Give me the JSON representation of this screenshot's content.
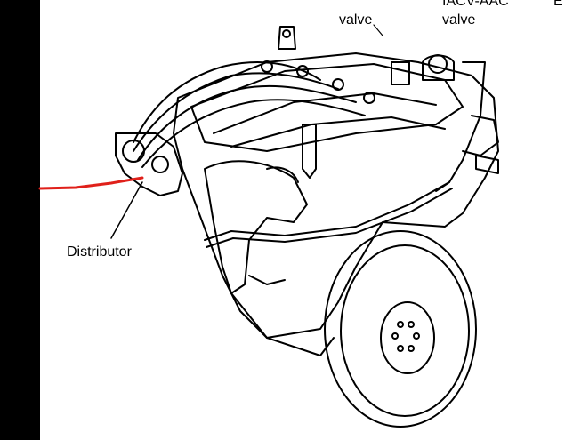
{
  "labels": {
    "distributor": "Distributor",
    "top_left_cut": "valve",
    "top_mid_cut": "IACV-AAC",
    "top_mid_valve": "valve",
    "top_right_cut": "E"
  },
  "colors": {
    "background": "#ffffff",
    "left_bar": "#000000",
    "line_art": "#000000",
    "pointer_arrow": "#e0201a"
  }
}
